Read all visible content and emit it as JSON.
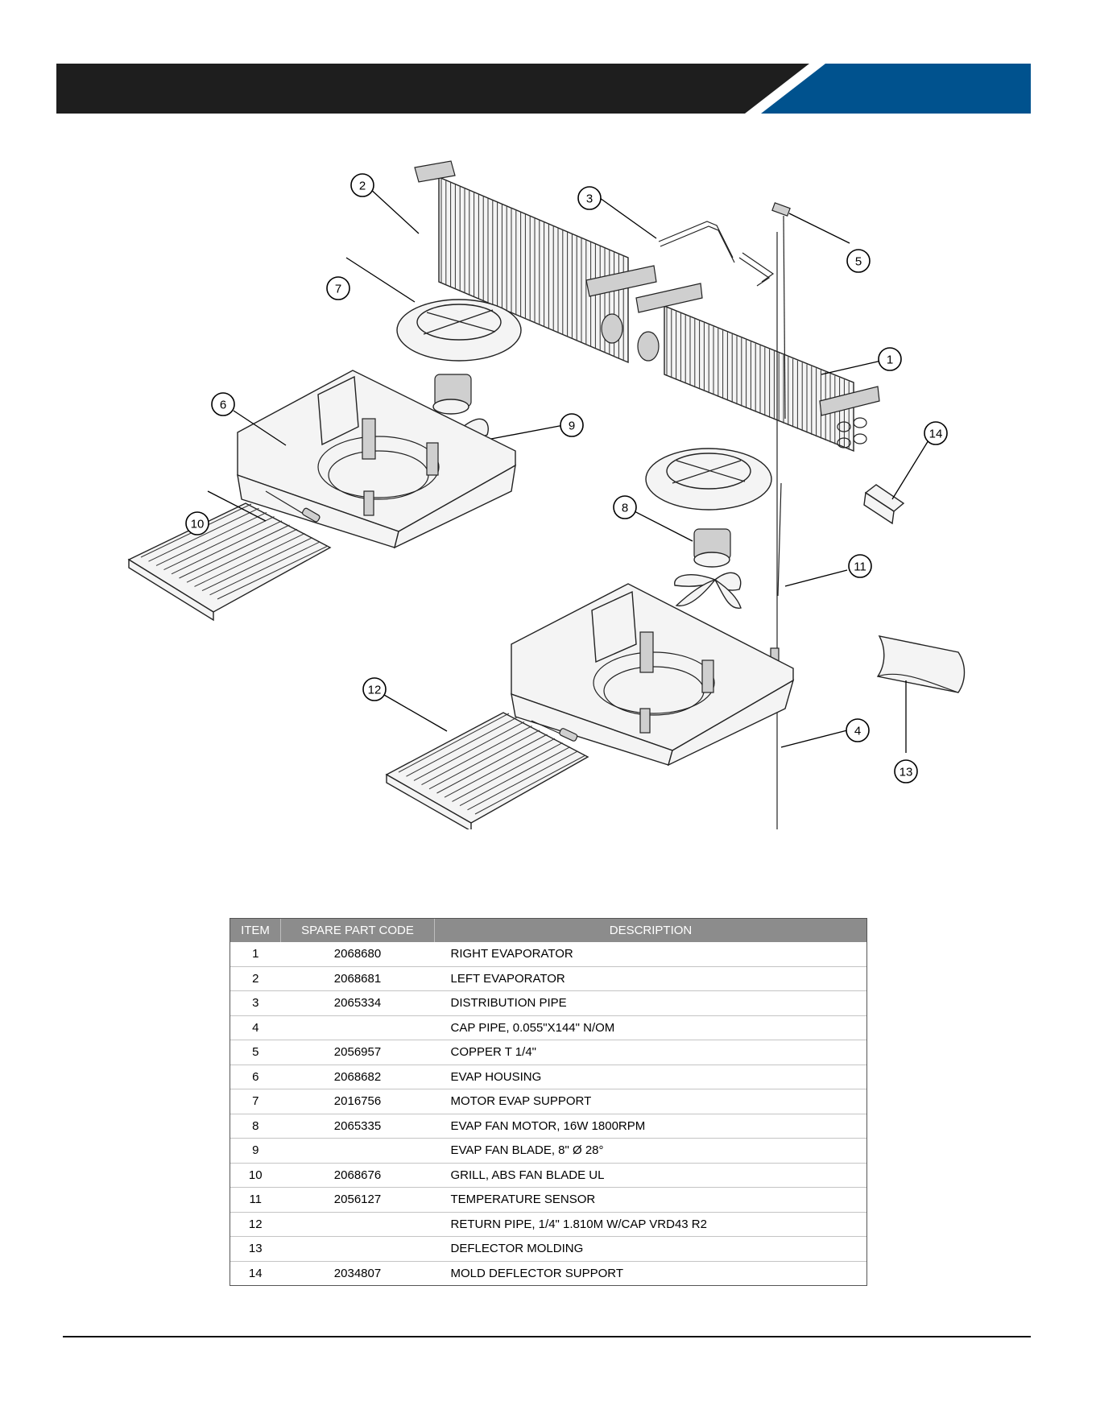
{
  "header": {
    "colors": {
      "dark": "#1e1e1e",
      "accent": "#00528e"
    }
  },
  "diagram": {
    "callouts": [
      "1",
      "2",
      "3",
      "4",
      "5",
      "6",
      "7",
      "8",
      "9",
      "10",
      "11",
      "12",
      "13",
      "14"
    ]
  },
  "parts_table": {
    "headers": {
      "item": "ITEM",
      "code": "SPARE PART CODE",
      "description": "DESCRIPTION"
    },
    "rows": [
      {
        "item": "1",
        "code": "2068680",
        "description": "RIGHT EVAPORATOR"
      },
      {
        "item": "2",
        "code": "2068681",
        "description": "LEFT EVAPORATOR"
      },
      {
        "item": "3",
        "code": "2065334",
        "description": "DISTRIBUTION PIPE"
      },
      {
        "item": "4",
        "code": "",
        "description": "CAP PIPE, 0.055\"X144\" N/OM"
      },
      {
        "item": "5",
        "code": "2056957",
        "description": "COPPER T 1/4\""
      },
      {
        "item": "6",
        "code": "2068682",
        "description": "EVAP HOUSING"
      },
      {
        "item": "7",
        "code": "2016756",
        "description": "MOTOR EVAP SUPPORT"
      },
      {
        "item": "8",
        "code": "2065335",
        "description": "EVAP FAN MOTOR, 16W 1800RPM"
      },
      {
        "item": "9",
        "code": "",
        "description": "EVAP FAN BLADE, 8\" Ø 28°"
      },
      {
        "item": "10",
        "code": "2068676",
        "description": "GRILL, ABS FAN BLADE UL"
      },
      {
        "item": "11",
        "code": "2056127",
        "description": "TEMPERATURE SENSOR"
      },
      {
        "item": "12",
        "code": "",
        "description": "RETURN PIPE, 1/4\" 1.810M W/CAP VRD43 R2"
      },
      {
        "item": "13",
        "code": "",
        "description": "DEFLECTOR MOLDING"
      },
      {
        "item": "14",
        "code": "2034807",
        "description": "MOLD DEFLECTOR SUPPORT"
      }
    ]
  }
}
